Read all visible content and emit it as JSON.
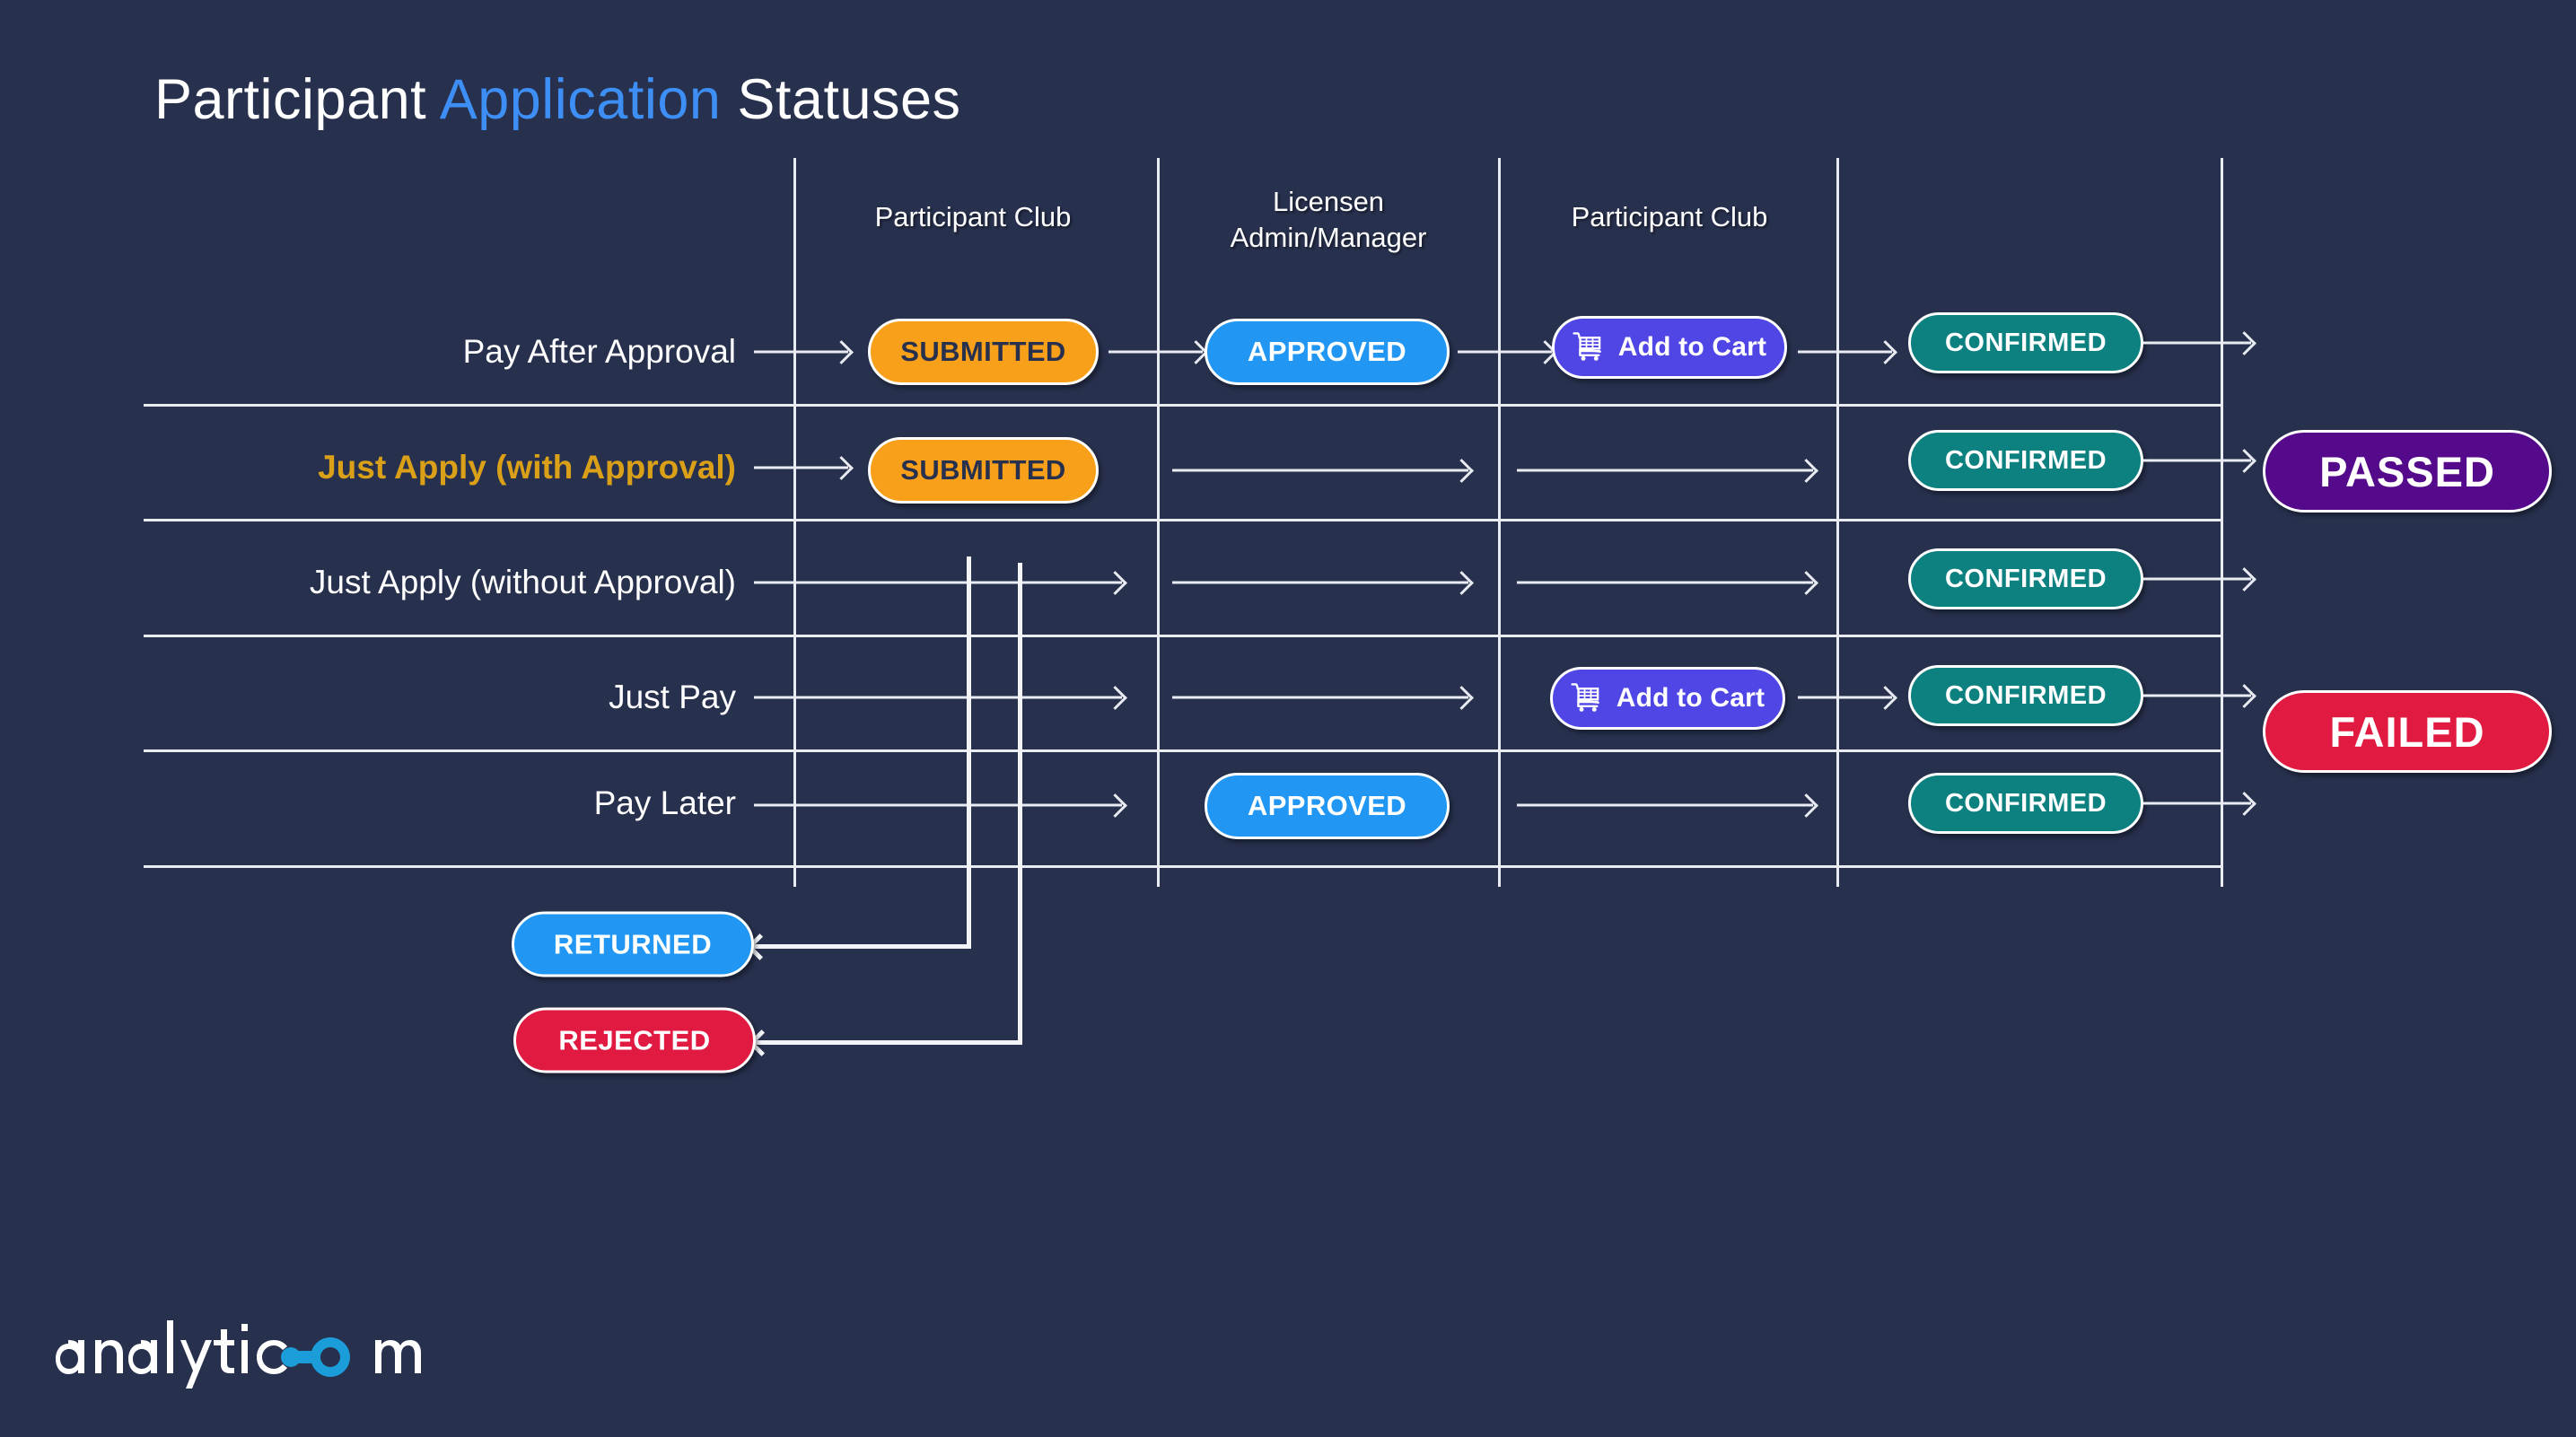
{
  "page": {
    "background_color": "#27304d",
    "title_prefix": "Participant ",
    "title_accent": "Application",
    "title_suffix": " Statuses",
    "title_full": "Participant Application Statuses",
    "accent_color": "#3d8ff5"
  },
  "columns": [
    {
      "label": "Participant Club"
    },
    {
      "label": "Licensen\nAdmin/Manager"
    },
    {
      "label": "Participant Club"
    }
  ],
  "rows": [
    {
      "label": "Pay After Approval",
      "highlight": false,
      "steps": [
        "SUBMITTED",
        "APPROVED",
        "Add to Cart",
        "CONFIRMED"
      ],
      "outcome": null
    },
    {
      "label": "Just Apply (with Approval)",
      "highlight": true,
      "steps": [
        "SUBMITTED",
        null,
        null,
        "CONFIRMED"
      ],
      "outcome": "PASSED"
    },
    {
      "label": "Just Apply (without Approval)",
      "highlight": false,
      "steps": [
        null,
        null,
        null,
        "CONFIRMED"
      ],
      "outcome": null
    },
    {
      "label": "Just Pay",
      "highlight": false,
      "steps": [
        null,
        null,
        "Add to Cart",
        "CONFIRMED"
      ],
      "outcome": "FAILED"
    },
    {
      "label": "Pay Later",
      "highlight": false,
      "steps": [
        null,
        "APPROVED",
        null,
        "CONFIRMED"
      ],
      "outcome": null
    }
  ],
  "statuses": {
    "submitted": {
      "label": "SUBMITTED",
      "color": "#f9a01b",
      "text_color": "#27304d"
    },
    "approved": {
      "label": "APPROVED",
      "color": "#2196f3",
      "text_color": "#ffffff"
    },
    "add_to_cart": {
      "label": "Add to Cart",
      "color": "#4f46e5",
      "text_color": "#ffffff",
      "icon": "shopping-cart-icon"
    },
    "confirmed": {
      "label": "CONFIRMED",
      "color": "#0d8080",
      "text_color": "#ffffff"
    },
    "returned": {
      "label": "RETURNED",
      "color": "#2196f3",
      "text_color": "#ffffff"
    },
    "rejected": {
      "label": "REJECTED",
      "color": "#e01a40",
      "text_color": "#ffffff"
    },
    "passed": {
      "label": "PASSED",
      "color": "#540a8a",
      "text_color": "#ffffff"
    },
    "failed": {
      "label": "FAILED",
      "color": "#e01a40",
      "text_color": "#ffffff"
    }
  },
  "cells": {
    "r1_submitted": "SUBMITTED",
    "r1_approved": "APPROVED",
    "r1_cart": "Add to Cart",
    "r1_confirmed": "CONFIRMED",
    "r2_submitted": "SUBMITTED",
    "r2_confirmed": "CONFIRMED",
    "r3_confirmed": "CONFIRMED",
    "r4_cart": "Add to Cart",
    "r4_confirmed": "CONFIRMED",
    "r5_approved": "APPROVED",
    "r5_confirmed": "CONFIRMED"
  },
  "outcomes": {
    "passed": "PASSED",
    "failed": "FAILED"
  },
  "terminal_states": {
    "returned": "RETURNED",
    "rejected": "REJECTED"
  },
  "logo": {
    "text": "analyticom",
    "text_color": "#ffffff",
    "mark_color": "#1b9dd9"
  }
}
